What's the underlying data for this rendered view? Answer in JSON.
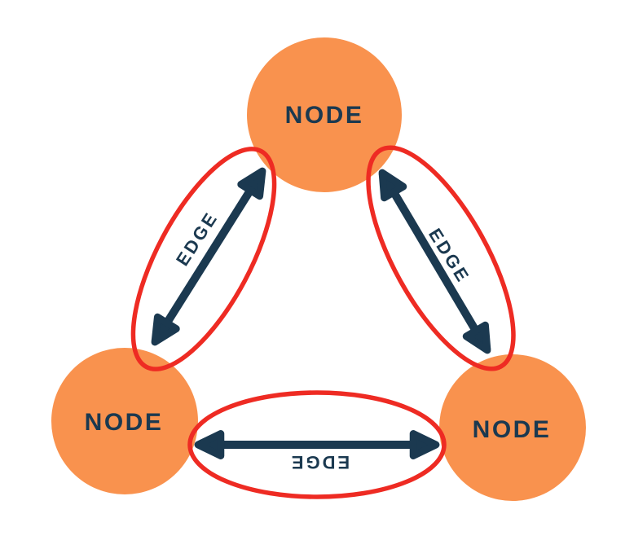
{
  "diagram": {
    "title": "graph-nodes-and-edges",
    "background": "#ffffff",
    "colors": {
      "node_fill": "#F9924E",
      "navy": "#1B3950",
      "highlight_red": "#EE2B23"
    },
    "nodes": [
      {
        "id": "node-top",
        "label": "NODE"
      },
      {
        "id": "node-bottom-left",
        "label": "NODE"
      },
      {
        "id": "node-bottom-right",
        "label": "NODE"
      }
    ],
    "edges": [
      {
        "id": "edge-left",
        "label": "EDGE",
        "from": "node-bottom-left",
        "to": "node-top",
        "bidirectional": true,
        "highlighted": true
      },
      {
        "id": "edge-right",
        "label": "EDGE",
        "from": "node-top",
        "to": "node-bottom-right",
        "bidirectional": true,
        "highlighted": true
      },
      {
        "id": "edge-bottom",
        "label": "EDGE",
        "from": "node-bottom-left",
        "to": "node-bottom-right",
        "bidirectional": true,
        "highlighted": true
      }
    ]
  }
}
